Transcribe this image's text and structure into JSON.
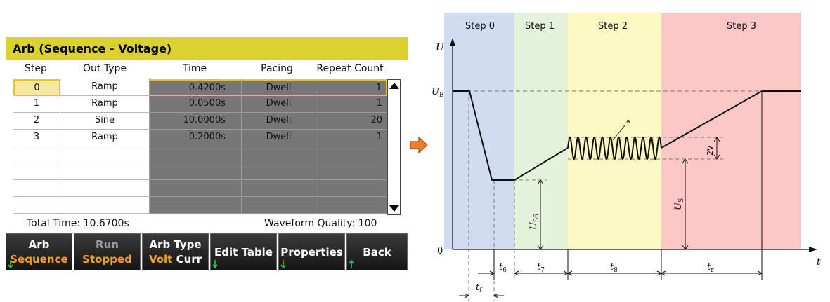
{
  "screen": {
    "title": "Arb (Sequence - Voltage)",
    "columns": [
      "Step",
      "Out Type",
      "Time",
      "Pacing",
      "Repeat Count"
    ],
    "rows": [
      {
        "step": "0",
        "type": "Ramp",
        "time": "0.4200s",
        "pacing": "Dwell",
        "repeat": "1",
        "selected": true
      },
      {
        "step": "1",
        "type": "Ramp",
        "time": "0.0500s",
        "pacing": "Dwell",
        "repeat": "1"
      },
      {
        "step": "2",
        "type": "Sine",
        "time": "10.0000s",
        "pacing": "Dwell",
        "repeat": "20"
      },
      {
        "step": "3",
        "type": "Ramp",
        "time": "0.2000s",
        "pacing": "Dwell",
        "repeat": "1"
      },
      {
        "step": "",
        "type": "",
        "time": "",
        "pacing": "",
        "repeat": ""
      },
      {
        "step": "",
        "type": "",
        "time": "",
        "pacing": "",
        "repeat": ""
      },
      {
        "step": "",
        "type": "",
        "time": "",
        "pacing": "",
        "repeat": ""
      },
      {
        "step": "",
        "type": "",
        "time": "",
        "pacing": "",
        "repeat": ""
      }
    ],
    "total_time": "Total Time: 10.6700s",
    "waveform_quality": "Waveform Quality: 100",
    "softkeys": {
      "arb": {
        "line1": "Arb",
        "line2": "Sequence"
      },
      "run": {
        "line1": "Run",
        "line2": "Stopped"
      },
      "arb_type": {
        "line1": "Arb Type",
        "line2a": "Volt",
        "line2b": "Curr"
      },
      "edit_table": {
        "label": "Edit Table"
      },
      "properties": {
        "label": "Properties"
      },
      "back": {
        "label": "Back"
      }
    },
    "colors": {
      "title_bar": "#dcd22d",
      "accent": "#f0a020",
      "selection": "#e4c23a",
      "cell_dark": "#777777"
    }
  },
  "arrow_icon": "right-arrow-icon",
  "diagram": {
    "steps": [
      "Step 0",
      "Step 1",
      "Step 2",
      "Step 3"
    ],
    "step_colors": [
      "#cfdcf1",
      "#e3f3dc",
      "#fbf8c2",
      "#fcc7c7"
    ],
    "y_axis_label": "U",
    "x_axis_label": "t",
    "origin_label": "0",
    "ub_label": "U",
    "ub_sub": "B",
    "us6_label": "U",
    "us6_sub": "S6",
    "us_label": "U",
    "us_sub": "S",
    "amplitude_label": "2V",
    "annotation_label": "a",
    "time_labels": [
      {
        "main": "t",
        "sub": "6"
      },
      {
        "main": "t",
        "sub": "7"
      },
      {
        "main": "t",
        "sub": "8"
      },
      {
        "main": "t",
        "sub": "r"
      },
      {
        "main": "t",
        "sub": "f"
      }
    ]
  }
}
